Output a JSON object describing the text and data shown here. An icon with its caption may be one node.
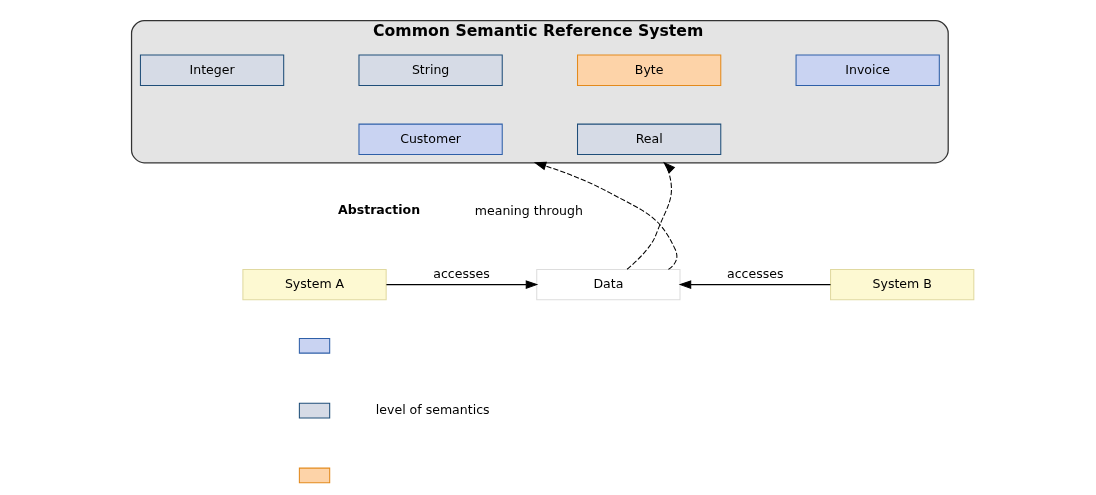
{
  "diagram": {
    "nodes": [
      {
        "text": [
          "Common Semantic Reference System"
        ]
      },
      {
        "text": [
          "Integer"
        ],
        "in": 0
      },
      {
        "text": [
          "String"
        ],
        "in": 0
      },
      {
        "text": [
          "Byte"
        ],
        "in": 0
      },
      {
        "text": [
          "Invoice"
        ],
        "in": 0
      },
      {
        "text": [
          "Real"
        ],
        "in": 0
      },
      {
        "text": [
          "Customer"
        ],
        "in": 0
      },
      {
        "text": [
          "System A"
        ]
      },
      {
        "text": [
          "Data"
        ]
      },
      {
        "text": [
          "System B"
        ]
      },
      {
        "text": [],
        "shape": "box"
      },
      {
        "text": [],
        "shape": "box"
      },
      {
        "text": [],
        "shape": "box"
      }
    ],
    "edges": [
      {
        "from": 7,
        "to": 8,
        "arrow": "to",
        "label": "accesses"
      },
      {
        "from": 9,
        "to": 8,
        "arrow": "to",
        "label": "accesses"
      },
      {
        "from": 8,
        "to": 0,
        "arrow": "to",
        "style": "dashed"
      },
      {
        "from": 8,
        "to": 0,
        "arrow": "to",
        "style": "dashed"
      }
    ],
    "labels": [
      "meaning through",
      "Abstraction",
      "level of semantics"
    ]
  }
}
